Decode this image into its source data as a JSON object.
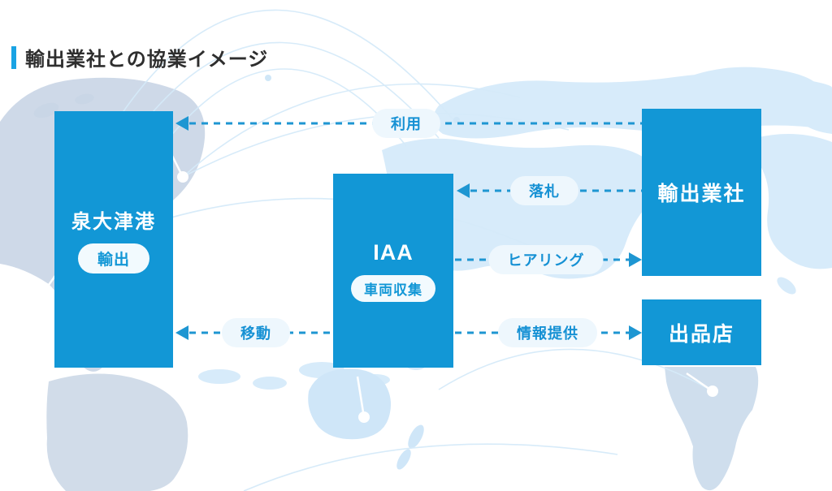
{
  "title": "輸出業社との協業イメージ",
  "nodes": {
    "port": {
      "label": "泉大津港",
      "badge": "輸出"
    },
    "iaa": {
      "label": "IAA",
      "badge": "車両収集"
    },
    "exporter": {
      "label": "輸出業社"
    },
    "seller": {
      "label": "出品店"
    }
  },
  "arrows": [
    {
      "id": "usage",
      "label": "利用",
      "from": "輸出業社",
      "to": "泉大津港",
      "direction": "left"
    },
    {
      "id": "winning-bid",
      "label": "落札",
      "from": "輸出業社",
      "to": "IAA",
      "direction": "left"
    },
    {
      "id": "hearing",
      "label": "ヒアリング",
      "from": "IAA",
      "to": "輸出業社",
      "direction": "right"
    },
    {
      "id": "move",
      "label": "移動",
      "from": "IAA",
      "to": "泉大津港",
      "direction": "left"
    },
    {
      "id": "info",
      "label": "情報提供",
      "from": "IAA",
      "to": "出品店",
      "direction": "right"
    }
  ],
  "colors": {
    "node_blue": "#1297d6",
    "dash_blue": "#1e96d2",
    "pill_bg": "#eef7fd",
    "pill_text": "#1691d4",
    "title_bar": "#19a3e4",
    "map_light": "#d7ebfa",
    "map_gray": "#c9d5e5"
  }
}
